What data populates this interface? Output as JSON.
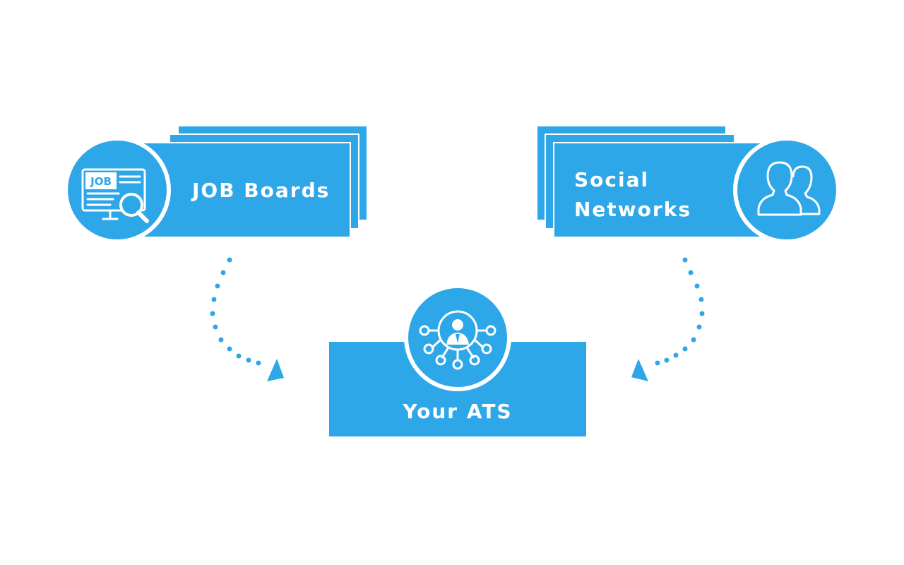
{
  "diagram": {
    "colors": {
      "primary": "#2ea7e8",
      "background": "#ffffff",
      "text": "#ffffff"
    },
    "nodes": {
      "job_boards": {
        "label": "JOB Boards",
        "icon": "job-search-monitor-icon",
        "icon_text": "JOB"
      },
      "social_networks": {
        "line1": "Social",
        "line2": "Networks",
        "icon": "users-group-icon"
      },
      "ats": {
        "label": "Your ATS",
        "icon": "network-person-icon"
      }
    },
    "edges": [
      {
        "from": "job_boards",
        "to": "ats",
        "style": "dotted-arrow"
      },
      {
        "from": "social_networks",
        "to": "ats",
        "style": "dotted-arrow"
      }
    ]
  }
}
